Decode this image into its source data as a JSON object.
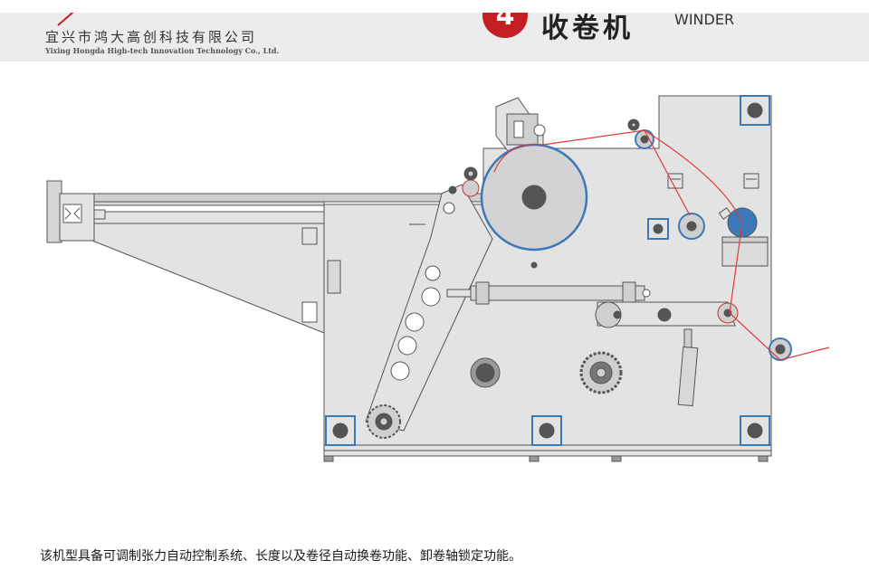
{
  "header": {
    "company_cn": "宜兴市鸿大高创科技有限公司",
    "company_en": "Yixing Hongda High-tech Innovation Technology Co., Ltd.",
    "section_number": "4",
    "section_title_cn": "收卷机",
    "section_title_en": "WINDER"
  },
  "caption": "该机型具备可调制张力自动控制系统、长度以及卷径自动换卷功能、卸卷轴锁定功能。",
  "colors": {
    "machine_fill": "#e3e3e3",
    "machine_outline": "#555555",
    "bearing_blue": "#3b79b8",
    "web_line": "#e03a3a",
    "badge_red": "#c41e22"
  }
}
